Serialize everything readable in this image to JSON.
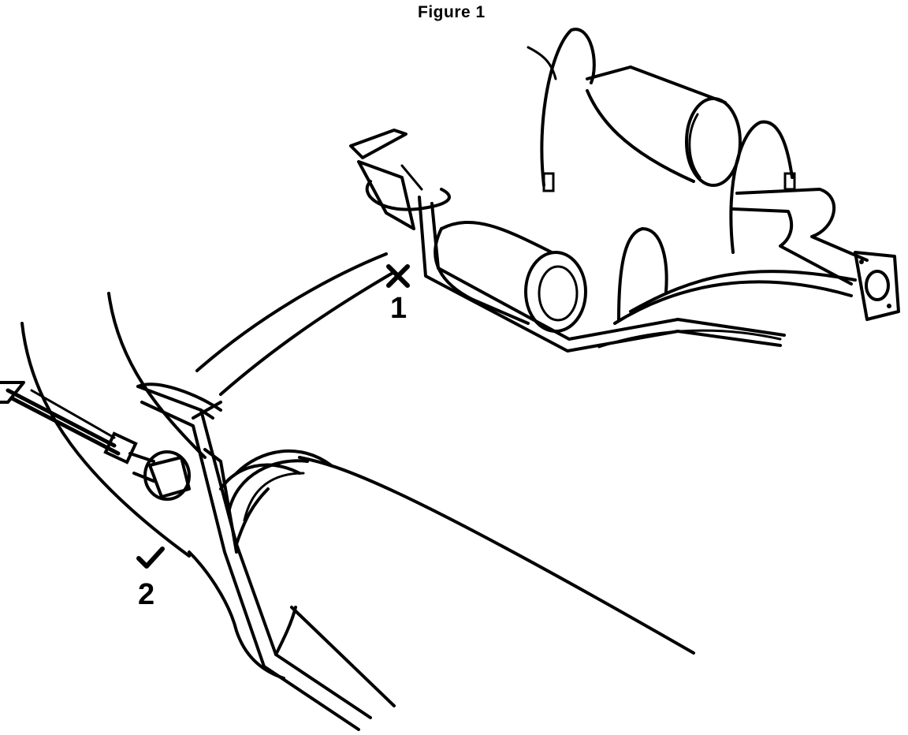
{
  "figure": {
    "title": "Figure 1"
  },
  "callouts": [
    {
      "mark": "X",
      "number": "1",
      "meaning_icon": "cross-mark-icon"
    },
    {
      "mark": "✓",
      "number": "2",
      "meaning_icon": "check-mark-icon"
    }
  ],
  "colors": {
    "line": "#000000",
    "background": "#ffffff"
  }
}
